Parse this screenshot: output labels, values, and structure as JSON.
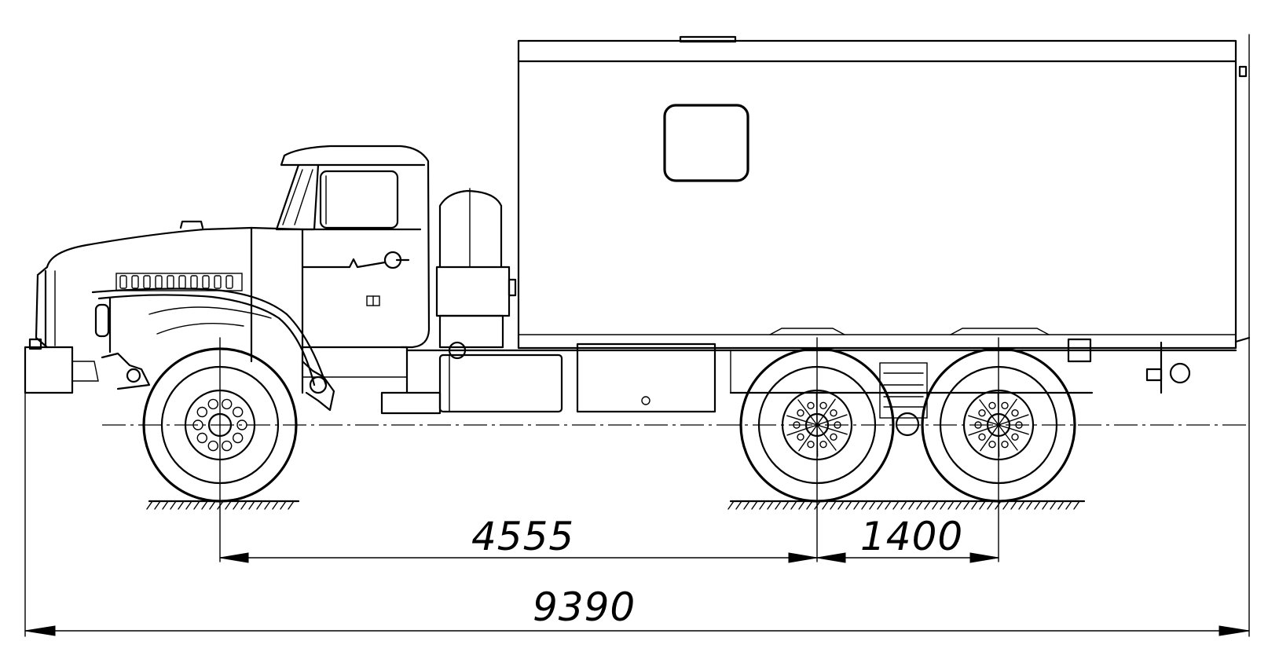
{
  "dimensions": {
    "wheelbase_front_to_rear": "4555",
    "rear_axle_spacing": "1400",
    "overall_length": "9390"
  },
  "colors": {
    "line": "#000000",
    "background": "#ffffff"
  }
}
